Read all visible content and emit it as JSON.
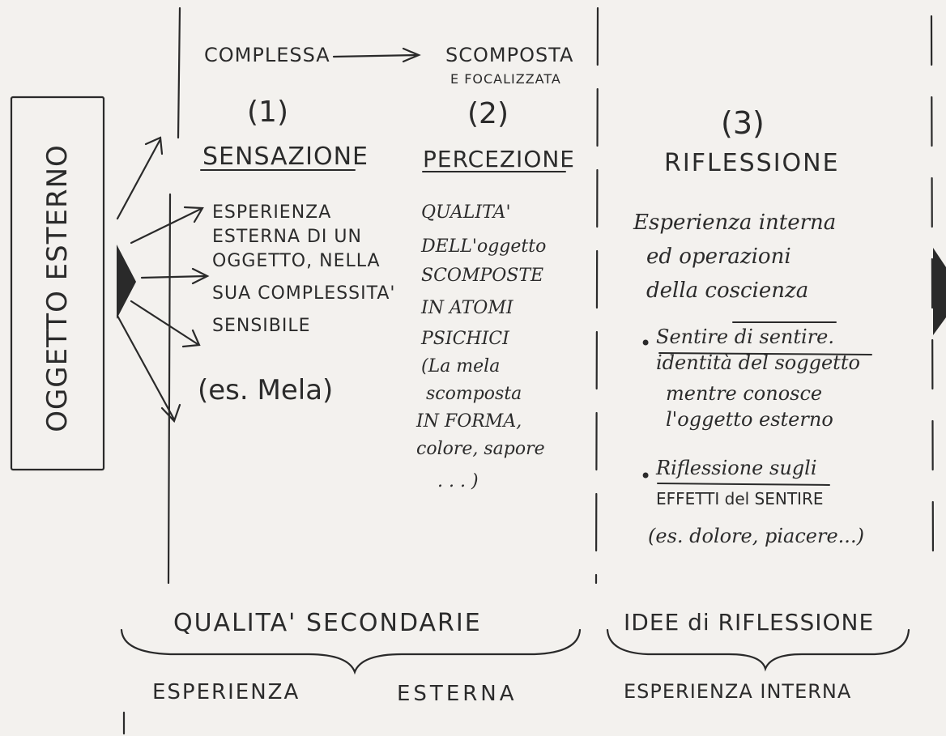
{
  "left_box": {
    "label": "OGGETTO ESTERNO"
  },
  "top": {
    "complex": "COMPLESSA",
    "decomposed": "SCOMPOSTA",
    "focused": "E FOCALIZZATA"
  },
  "col1": {
    "num": "(1)",
    "title": "SENSAZIONE",
    "lines": [
      "ESPERIENZA",
      "ESTERNA DI UN",
      "OGGETTO, NELLA",
      "SUA COMPLESSITA'",
      "SENSIBILE"
    ],
    "example": "(es. Mela)"
  },
  "col2": {
    "num": "(2)",
    "title": "PERCEZIONE",
    "lines": [
      "QUALITA'",
      "DELL'oggetto",
      "SCOMPOSTE",
      "IN ATOMI",
      "PSICHICI",
      "(La mela",
      "scomposta",
      "IN FORMA,",
      "colore, sapore",
      ". . . )"
    ]
  },
  "col3": {
    "num": "(3)",
    "title": "RIFLESSIONE",
    "lines": [
      "Esperienza interna",
      "ed operazioni",
      "della coscienza"
    ],
    "bullet1": [
      "Sentire di sentire.",
      "identità del soggetto",
      "mentre conosce",
      "l'oggetto esterno"
    ],
    "bullet2": [
      "Riflessione sugli",
      "EFFETTI del SENTIRE",
      "(es. dolore, piacere...)"
    ]
  },
  "bottom": {
    "secondary": "QUALITA' SECONDARIE",
    "reflection_ideas": "IDEE di RIFLESSIONE",
    "exp_ext_1": "ESPERIENZA",
    "exp_ext_2": "ESTERNA",
    "exp_int": "ESPERIENZA INTERNA"
  }
}
